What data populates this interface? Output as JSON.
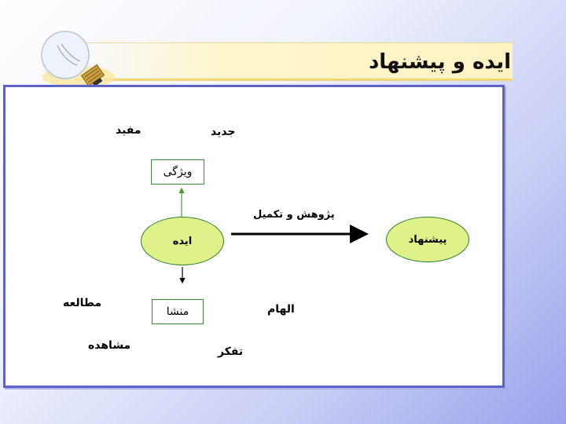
{
  "slide": {
    "title": "ایده و پیشنهاد"
  },
  "diagram": {
    "idea_node": "ایده",
    "proposal_node": "پیشنهاد",
    "arrow_label": "پژوهش و تکمیل",
    "feature_box": "ویژگی",
    "origin_box": "منشا",
    "feature_terms": {
      "new": "جدید",
      "useful": "مفید"
    },
    "origin_terms": {
      "study": "مطالعه",
      "observation": "مشاهده",
      "inspiration": "الهام",
      "thinking": "تفکر"
    }
  },
  "icons": [
    "light-bulb-icon"
  ]
}
